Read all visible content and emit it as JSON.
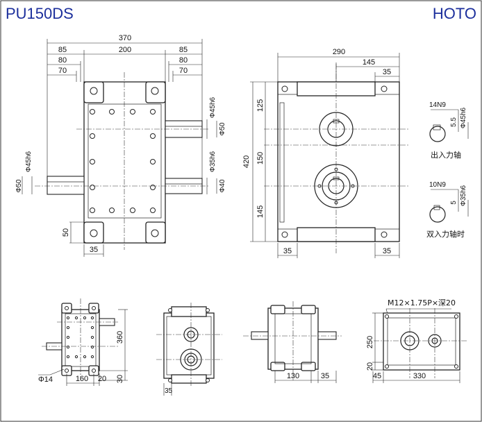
{
  "header": {
    "model": "PU150DS",
    "brand": "HOTO"
  },
  "front_view": {
    "top_dims": [
      "370",
      "85",
      "200",
      "85",
      "80",
      "70",
      "80",
      "70"
    ],
    "right_dims": [
      "Φ45h6",
      "Φ50",
      "Φ35h6",
      "Φ40"
    ],
    "left_dims": [
      "Φ45h6",
      "Φ50"
    ],
    "bottom_dims": [
      "50",
      "35"
    ]
  },
  "side_view": {
    "top_dims": [
      "290",
      "145",
      "35"
    ],
    "left_dims": [
      "420",
      "125",
      "150",
      "145"
    ],
    "bottom_dims": [
      "35",
      "35"
    ]
  },
  "keyways": {
    "output": {
      "key": "14N9",
      "depth": "5.5",
      "dia": "Φ45h6",
      "caption": "出入力轴"
    },
    "input": {
      "key": "10N9",
      "depth": "5",
      "dia": "Φ35h6",
      "caption": "双入力轴时"
    }
  },
  "view_a": {
    "dims": [
      "360",
      "Φ14",
      "160",
      "20",
      "30"
    ]
  },
  "view_b": {
    "dims": [
      "35"
    ]
  },
  "view_c": {
    "dims": [
      "130",
      "35"
    ]
  },
  "view_d": {
    "note": "M12×1.75P×深20",
    "dims": [
      "250",
      "20",
      "45",
      "330"
    ]
  }
}
